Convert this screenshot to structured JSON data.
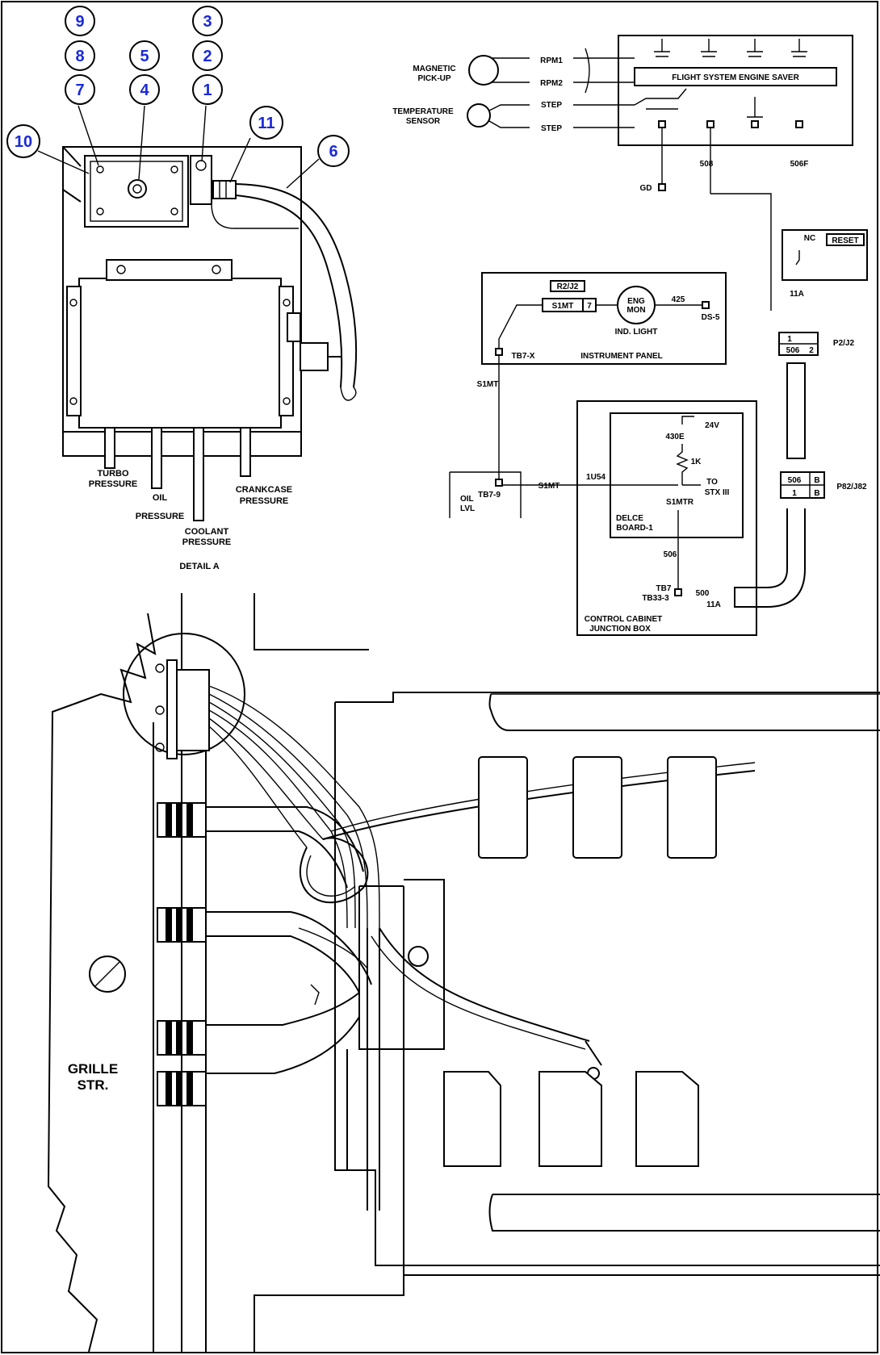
{
  "callouts": [
    "1",
    "2",
    "3",
    "4",
    "5",
    "6",
    "7",
    "8",
    "9",
    "10",
    "11"
  ],
  "detail_a": {
    "title": "DETAIL A",
    "ports": {
      "turbo": [
        "TURBO",
        "PRESSURE"
      ],
      "oil": [
        "OIL",
        "PRESSURE"
      ],
      "coolant": [
        "COOLANT",
        "PRESSURE"
      ],
      "crankcase": [
        "CRANKCASE",
        "PRESSURE"
      ]
    }
  },
  "schematic": {
    "magnetic_pickup": [
      "MAGNETIC",
      "PICK-UP"
    ],
    "temperature_sensor": [
      "TEMPERATURE",
      "SENSOR"
    ],
    "wires_in": [
      "RPM1",
      "RPM2",
      "STEP",
      "STEP"
    ],
    "module_title": "FLIGHT SYSTEM ENGINE SAVER",
    "gd": "GD",
    "wire_508": "508",
    "wire_506f": "506F",
    "relay_nc": "NC",
    "relay_reset": "RESET",
    "relay_ref": "11A",
    "conn_pins": [
      "1",
      "506",
      "2"
    ],
    "conn_pins_label": "P2/J2",
    "conn2_cells": [
      "506",
      "B",
      "1",
      "B"
    ],
    "conn2_label": "P82/J82",
    "panel": {
      "title": "INSTRUMENT PANEL",
      "code": "R2/J2",
      "switch_label": "S1MT",
      "switch_pin": "7",
      "lamp": [
        "ENG",
        "MON"
      ],
      "wire_right": "425",
      "terminal_right": "DS-5",
      "ind_light": "IND. LIGHT",
      "terminal_bottom": "TB7-X"
    },
    "wire_s1mt_vertical": "S1MT",
    "oil_box": [
      "OIL",
      "LVL"
    ],
    "terminal_oil": "TB7-9",
    "wire_s1mt_horizontal": "S1MT",
    "cabinet": {
      "title": [
        "CONTROL CABINET",
        "JUNCTION BOX"
      ],
      "v24": "24V",
      "w430e": "430E",
      "r1k": "1K",
      "ref_1u54": "1U54",
      "to_label": [
        "TO",
        "STX III"
      ],
      "s1mtr": "S1MTR",
      "board": [
        "DELCE",
        "BOARD-1"
      ],
      "w506": "506",
      "tb7": "TB7",
      "tb33": "TB33-3",
      "w500": "500",
      "w11a": "11A"
    }
  },
  "vehicle": {
    "grille": [
      "GRILLE",
      "STR."
    ]
  }
}
